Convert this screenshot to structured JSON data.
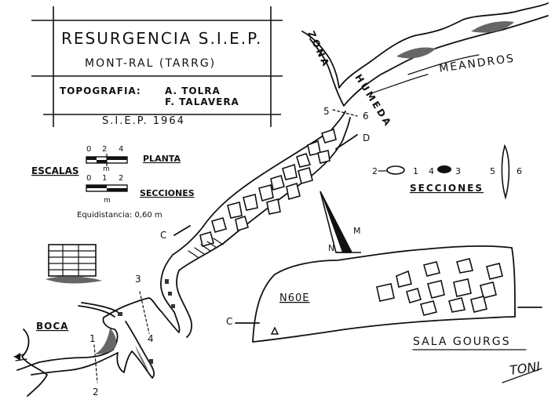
{
  "title_block": {
    "title": "RESURGENCIA S.I.E.P.",
    "location": "MONT-RAL   (TARRG)",
    "topography_label": "TOPOGRAFIA:",
    "author_1": "A. TOLRA",
    "author_2": "F. TALAVERA",
    "org_year": "S.I.E.P.  1964"
  },
  "scales": {
    "heading": "ESCALAS",
    "plan_label": "PLANTA",
    "sections_label": "SECCIONES",
    "plan_ticks": [
      "0",
      "2",
      "4"
    ],
    "plan_unit": "m",
    "section_ticks": [
      "0",
      "1",
      "2"
    ],
    "section_unit": "m",
    "equidistance": "Equidistancia: 0,60 m"
  },
  "labels": {
    "zona_humeda_1": "ZONA",
    "zona_humeda_2": "HUMEDA",
    "meandros": "MEANDROS",
    "secciones": "SECCIONES",
    "boca": "BOCA",
    "sala_gourgs": "SALA GOURGS",
    "n60e": "N60E",
    "signature": "TONI",
    "point_d": "D",
    "point_c": "C",
    "point_c2": "C",
    "north_n": "N",
    "north_m": "M"
  },
  "section_numbers": {
    "s1": "1",
    "s2": "2",
    "s3": "3",
    "s4": "4",
    "s5": "5",
    "s6": "6"
  },
  "legend_sections": {
    "n2": "2",
    "n1": "1",
    "n4": "4",
    "n3": "3",
    "n5": "5",
    "n6": "6"
  }
}
